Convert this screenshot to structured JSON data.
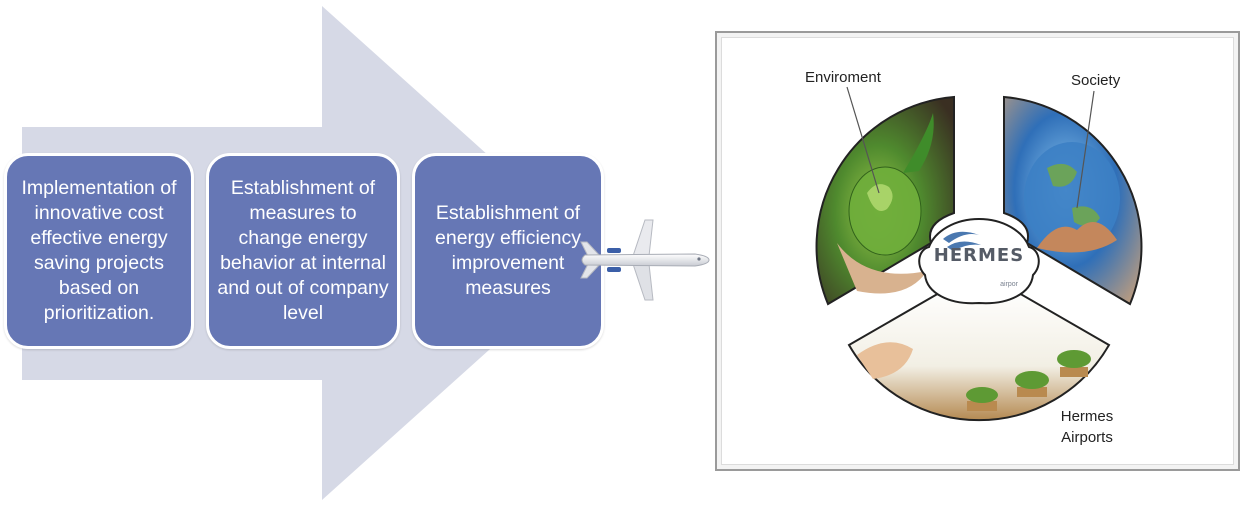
{
  "steps": [
    {
      "text": "Implementation of innovative cost effective energy saving projects based on prioritization."
    },
    {
      "text": "Establishment of measures to change energy behavior at internal and out of company level"
    },
    {
      "text": "Establishment of energy efficiency improvement measures"
    }
  ],
  "wheel": {
    "labels": {
      "environment": "Enviroment",
      "society": "Society",
      "hermes_line1": "Hermes",
      "hermes_line2": "Airports"
    },
    "logo": {
      "text": "HERMES",
      "subtext": "airpor"
    }
  },
  "colors": {
    "arrow": "#d6d9e6",
    "step_fill": "#6677b5",
    "step_border": "#ffffff",
    "frame_border": "#9a9a9a"
  },
  "icons": [
    "airplane-icon",
    "hermes-logo-icon"
  ]
}
